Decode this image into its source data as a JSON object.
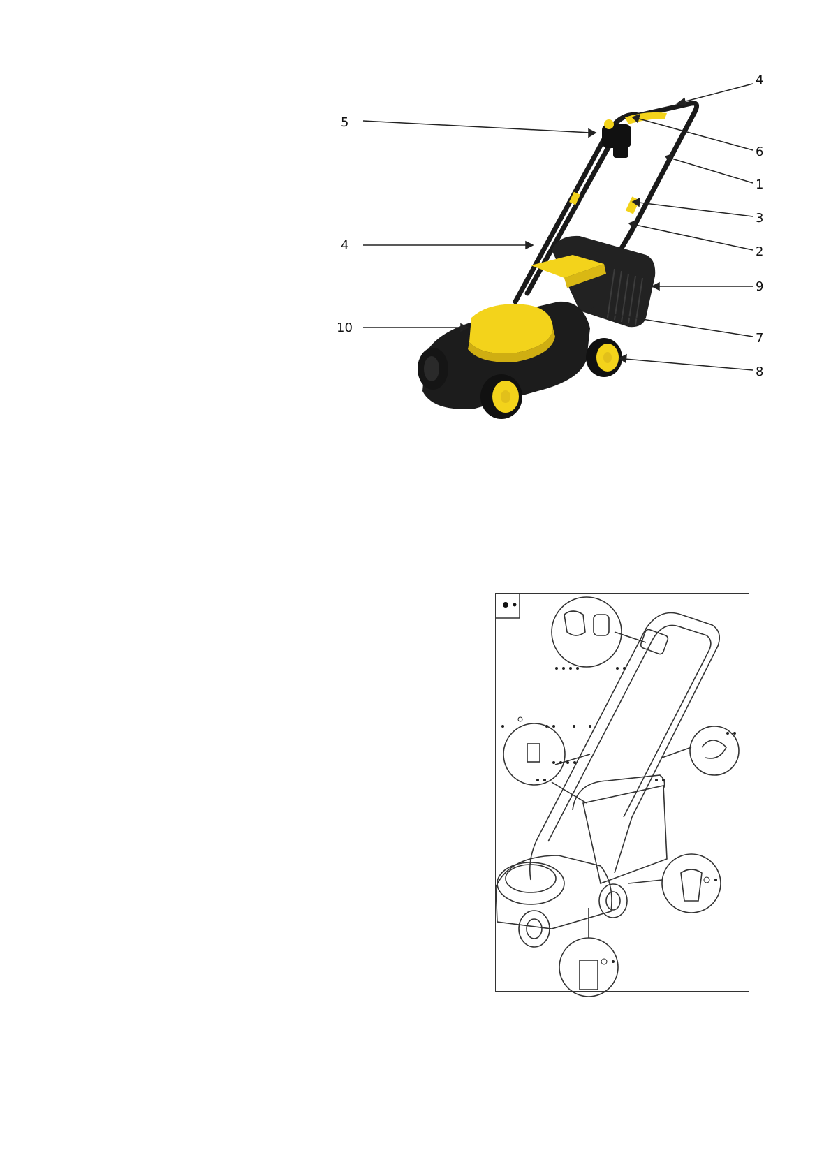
{
  "figure_a": {
    "callouts": [
      {
        "id": "c4-top",
        "text": "4"
      },
      {
        "id": "c5",
        "text": "5"
      },
      {
        "id": "c6",
        "text": "6"
      },
      {
        "id": "c1",
        "text": "1"
      },
      {
        "id": "c3",
        "text": "3"
      },
      {
        "id": "c4-left",
        "text": "4"
      },
      {
        "id": "c2",
        "text": "2"
      },
      {
        "id": "c9",
        "text": "9"
      },
      {
        "id": "c10",
        "text": "10"
      },
      {
        "id": "c7",
        "text": "7"
      },
      {
        "id": "c8",
        "text": "8"
      }
    ]
  },
  "colors": {
    "body_yellow": "#f3d31b",
    "body_black": "#1a1a1a",
    "line": "#222222"
  }
}
